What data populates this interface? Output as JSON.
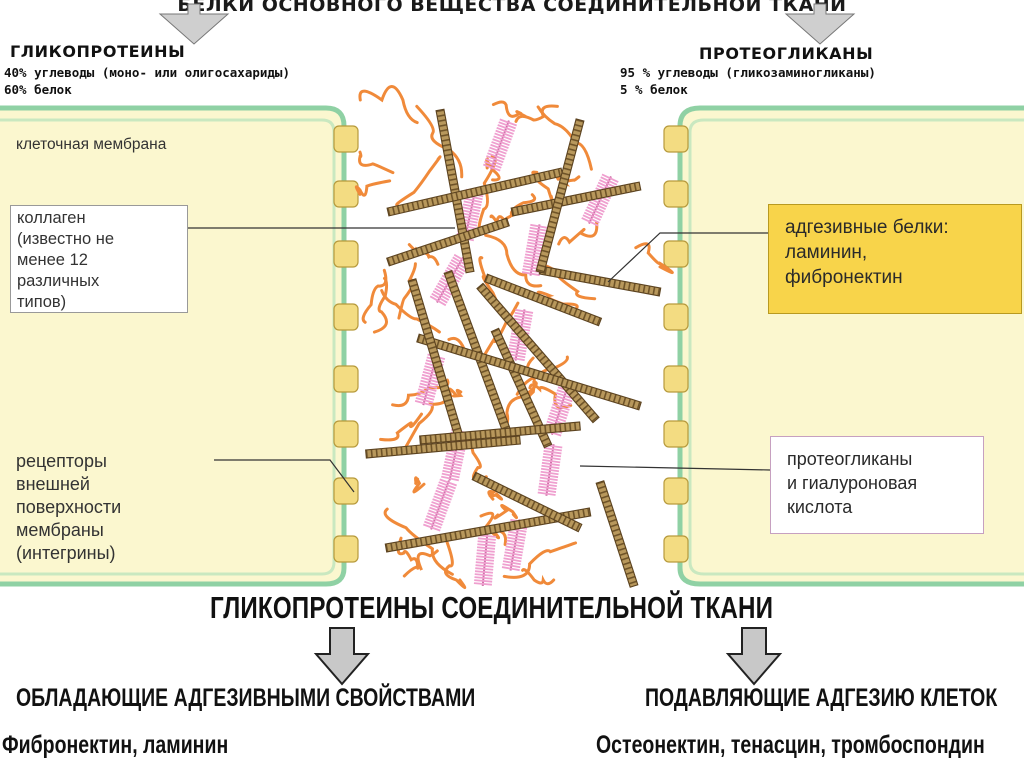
{
  "header": {
    "title": "БЕЛКИ ОСНОВНОГО ВЕЩЕСТВА СОЕДИНИТЕЛЬНОЙ ТКАНИ",
    "left": {
      "name": "ГЛИКОПРОТЕИНЫ",
      "line1": "40% углеводы (моно- или олигосахариды)",
      "line2": "60%  белок"
    },
    "right": {
      "name": "ПРОТЕОГЛИКАНЫ",
      "line1": "95 % углеводы (гликозаминогликаны)",
      "line2": "5 % белок"
    }
  },
  "labels": {
    "membrane": "клеточная мембрана",
    "collagen": [
      "коллаген",
      "(известно не",
      "менее 12",
      "различных",
      "типов)"
    ],
    "receptors": [
      "рецепторы",
      "внешней",
      "поверхности",
      "мембраны",
      "(интегрины)"
    ],
    "adhesive": [
      "адгезивные белки:",
      "ламинин,",
      "фибронектин"
    ],
    "proteoglycans": [
      "протеогликаны",
      "и гиалуроновая",
      "кислота"
    ]
  },
  "bottom": {
    "title": "ГЛИКОПРОТЕИНЫ СОЕДИНИТЕЛЬНОЙ ТКАНИ",
    "left_head": "ОБЛАДАЮЩИЕ АДГЕЗИВНЫМИ СВОЙСТВАМИ",
    "left_items": "Фибронектин, ламинин",
    "right_head": "ПОДАВЛЯЮЩИЕ АДГЕЗИЮ КЛЕТОК",
    "right_items": "Остеонектин, тенасцин, тромбоспондин"
  },
  "colors": {
    "cell": "#fbf7cf",
    "membrane": "#8fd1a4",
    "integrin": "#f3dc82",
    "collagen": "#a3824b",
    "fibre": "#f08a3a",
    "proteoglycan": "#ef9fcf",
    "adhesive_box": "#f8d44a"
  }
}
